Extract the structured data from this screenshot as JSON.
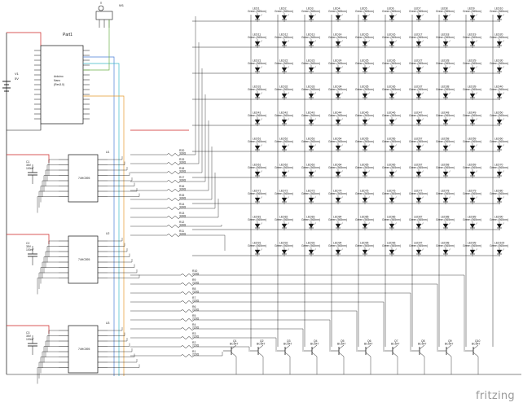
{
  "brand": "fritzing",
  "components": {
    "arduino": {
      "ref": "Part1",
      "title": "Arduino",
      "subtitle": "Nano",
      "version": "(Rev3.0)"
    },
    "battery": {
      "ref": "V1",
      "value": "5V"
    },
    "dht": {
      "ref": "W1"
    },
    "shift_registers": [
      {
        "ref": "U1",
        "chip": "74HC595",
        "cap_ref": "C1",
        "cap_voltage": "35V",
        "cap_value": "100nF"
      },
      {
        "ref": "U2",
        "chip": "74HC595",
        "cap_ref": "C2",
        "cap_voltage": "35V",
        "cap_value": "100nF"
      },
      {
        "ref": "U3",
        "chip": "74HC595",
        "cap_ref": "C3",
        "cap_voltage": "35V",
        "cap_value": "100nF"
      }
    ],
    "row_resistors": [
      {
        "ref": "R20",
        "value": "330Ω"
      },
      {
        "ref": "R19",
        "value": "330Ω"
      },
      {
        "ref": "R18",
        "value": "330Ω"
      },
      {
        "ref": "R17",
        "value": "330Ω"
      },
      {
        "ref": "R16",
        "value": "330Ω"
      },
      {
        "ref": "R15",
        "value": "330Ω"
      },
      {
        "ref": "R14",
        "value": "330Ω"
      },
      {
        "ref": "R13",
        "value": "330Ω"
      },
      {
        "ref": "R12",
        "value": "330Ω"
      },
      {
        "ref": "R11",
        "value": "330Ω"
      }
    ],
    "base_resistors": [
      {
        "ref": "R10",
        "value": "220Ω"
      },
      {
        "ref": "R9",
        "value": "220Ω"
      },
      {
        "ref": "R8",
        "value": "220Ω"
      },
      {
        "ref": "R7",
        "value": "220Ω"
      },
      {
        "ref": "R6",
        "value": "220Ω"
      },
      {
        "ref": "R5",
        "value": "220Ω"
      },
      {
        "ref": "R4",
        "value": "220Ω"
      },
      {
        "ref": "R3",
        "value": "220Ω"
      },
      {
        "ref": "R2",
        "value": "220Ω"
      },
      {
        "ref": "R1",
        "value": "220Ω"
      }
    ],
    "transistors": [
      {
        "ref": "Q1",
        "type": "BC547"
      },
      {
        "ref": "Q2",
        "type": "BC547"
      },
      {
        "ref": "Q3",
        "type": "BC547"
      },
      {
        "ref": "Q4",
        "type": "BC547"
      },
      {
        "ref": "Q5",
        "type": "BC547"
      },
      {
        "ref": "Q6",
        "type": "BC547"
      },
      {
        "ref": "Q7",
        "type": "BC547"
      },
      {
        "ref": "Q8",
        "type": "BC547"
      },
      {
        "ref": "Q9",
        "type": "BC547"
      },
      {
        "ref": "Q10",
        "type": "BC547"
      }
    ],
    "led_matrix": {
      "rows": 10,
      "cols": 10,
      "ref_prefix": "LED",
      "led_type": "Green (565nm)"
    }
  },
  "colors": {
    "wire": "#111111",
    "power": "#cc2222",
    "signal_blue": "#4a7fd8",
    "signal_cyan": "#3bb7c9",
    "signal_orange": "#e59a2e",
    "signal_green": "#6fb24b",
    "led": "#1a1a1a",
    "brand": "#9a9a9a"
  }
}
